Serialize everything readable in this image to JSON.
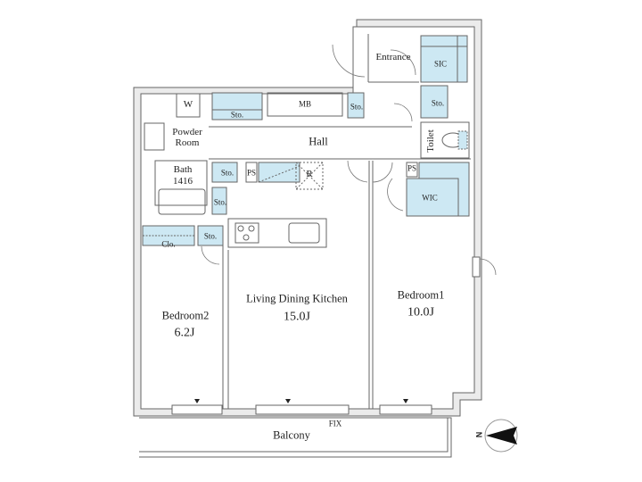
{
  "floorplan": {
    "rooms": {
      "entrance": "Entrance",
      "sic": "SIC",
      "sto_upper_right": "Sto.",
      "toilet": "Toilet",
      "mb": "MB",
      "sto_hall_left": "Sto.",
      "sto_hall_mid": "Sto.",
      "washer": "W",
      "powder_room": "Powder\nRoom",
      "hall": "Hall",
      "bath": "Bath",
      "bath_size": "1416",
      "sto_bath": "Sto.",
      "ps_left": "PS",
      "refrigerator": "R",
      "sto_kitchen": "Sto.",
      "clo": "Clo.",
      "sto_lower": "Sto.",
      "ps_right": "PS",
      "wic": "WIC",
      "ldk_name": "Living Dining Kitchen",
      "ldk_size": "15.0J",
      "bedroom1_name": "Bedroom1",
      "bedroom1_size": "10.0J",
      "bedroom2_name": "Bedroom2",
      "bedroom2_size": "6.2J",
      "balcony": "Balcony",
      "fix": "FIX"
    },
    "compass": {
      "label": "N"
    },
    "colors": {
      "storage_fill": "#cde8f3",
      "wall_fill": "#e9e9e9",
      "line": "#555555"
    }
  }
}
